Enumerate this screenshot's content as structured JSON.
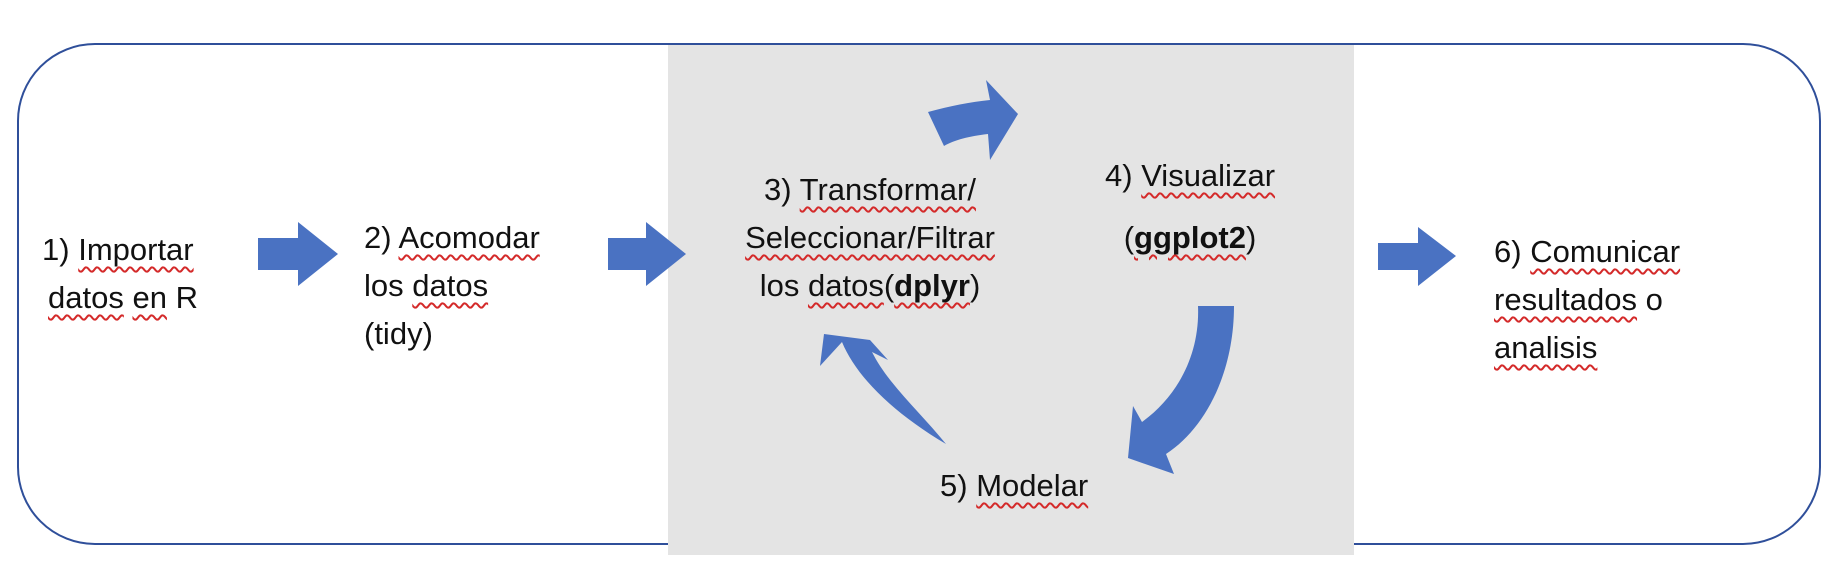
{
  "colors": {
    "arrow": "#4a72c2",
    "frame_border": "#2f4f9a",
    "panel": "#e4e4e4",
    "spellcheck": "#d42a2a"
  },
  "steps": {
    "import": {
      "num": "1)",
      "w1": "Importar",
      "w2": "datos",
      "w3": "en",
      "w4": "R"
    },
    "tidy": {
      "num": "2)",
      "w1": "Acomodar",
      "w2": "los",
      "w3": "datos",
      "w4": "(tidy)"
    },
    "transform": {
      "num": "3)",
      "w1": "Transformar/",
      "w2": "Seleccionar/Filtrar",
      "w3": "los",
      "w4": "datos",
      "open": "(",
      "tool": "dplyr",
      "close": ")"
    },
    "visualize": {
      "num": "4)",
      "w1": "Visualizar",
      "open": "(",
      "tool": "ggplot2",
      "close": ")"
    },
    "model": {
      "num": "5)",
      "w1": "Modelar"
    },
    "communicate": {
      "num": "6)",
      "w1": "Comunicar",
      "w2": "resultados",
      "w3": "o",
      "w4": "analisis"
    }
  }
}
